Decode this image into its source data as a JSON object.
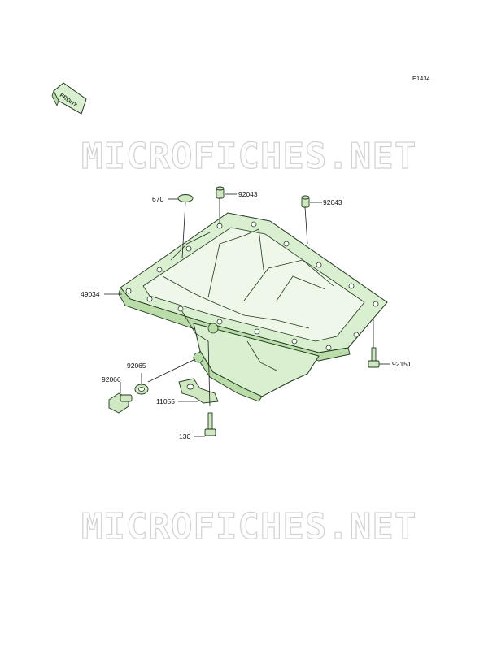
{
  "diagram_code": "E1434",
  "front_label": "FRONT",
  "watermark": "MICROFICHES.NET",
  "parts": {
    "oring": "670",
    "dowel_left": "92043",
    "dowel_right": "92043",
    "oil_pan": "49034",
    "washer": "92065",
    "drain_plug": "92066",
    "bracket": "11055",
    "bolt_bracket": "130",
    "bolt_pan": "92151"
  },
  "colors": {
    "part_fill": "#d9efcf",
    "part_stroke": "#1f3a1f",
    "watermark": "#d2d2d2",
    "logo": "#cfe6c4"
  }
}
